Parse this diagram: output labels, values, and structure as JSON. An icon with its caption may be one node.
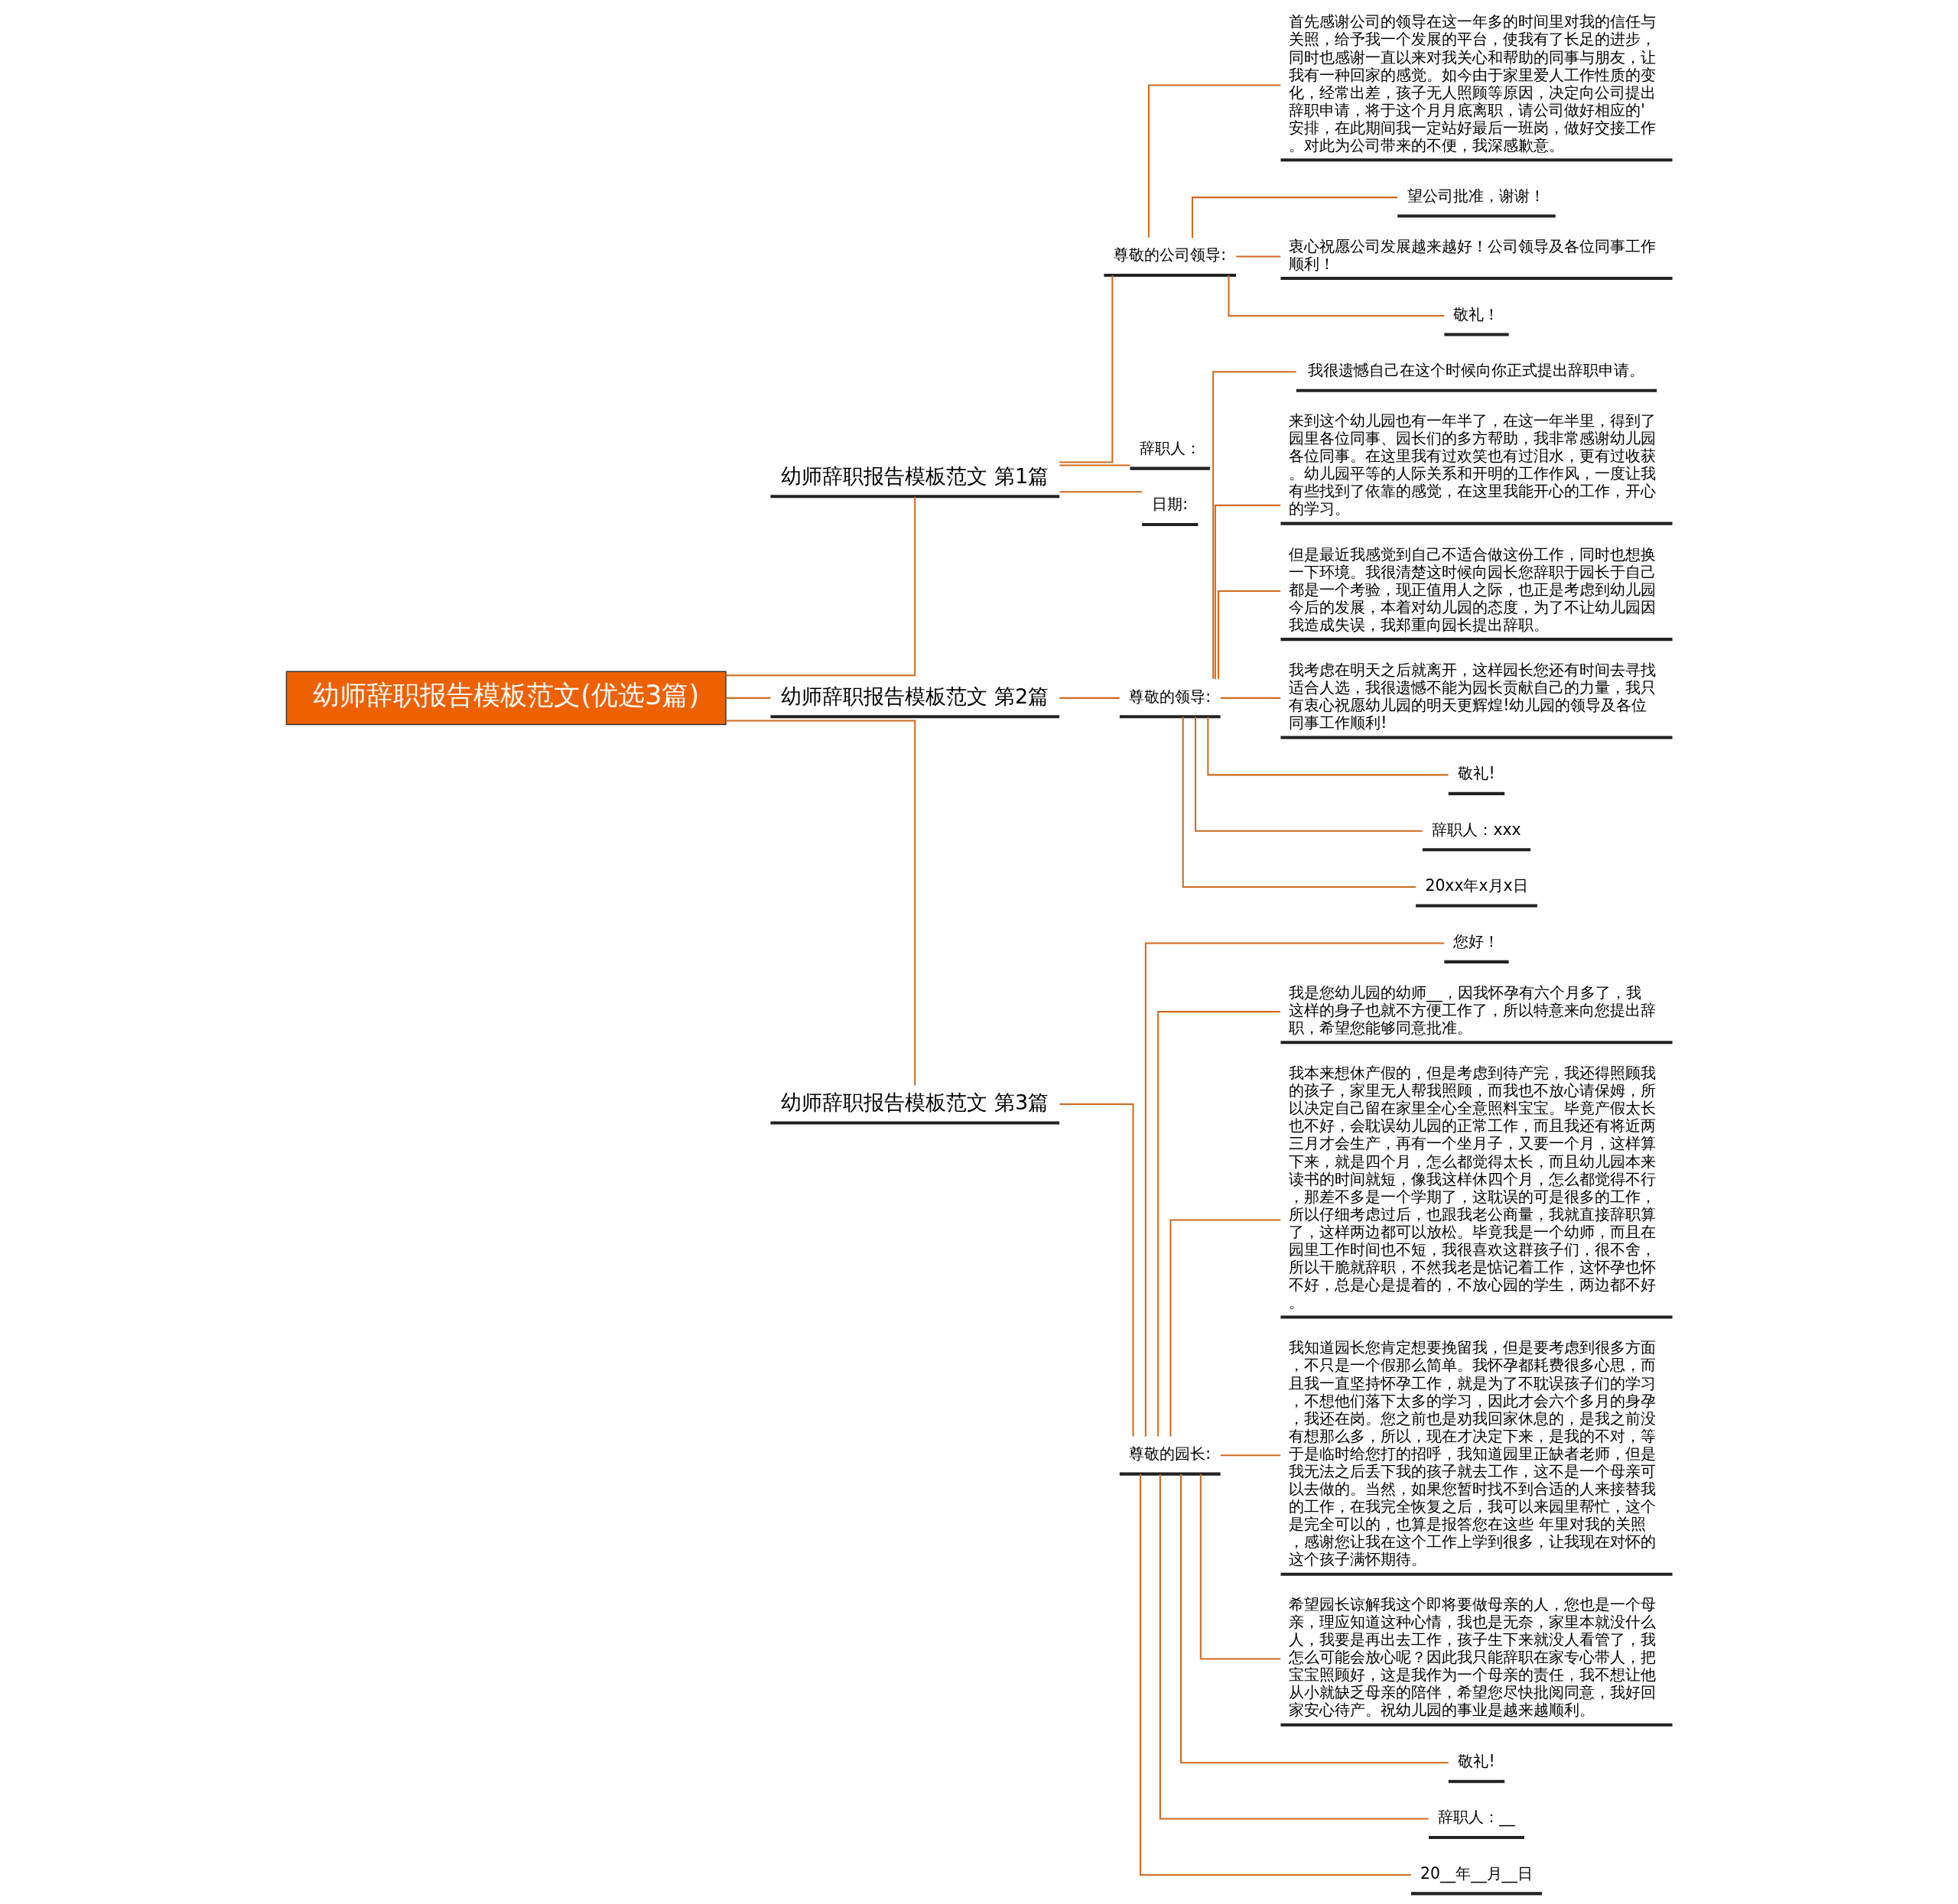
{
  "diagram": {
    "nodes": [
      {
        "text": [
          "幼师辞职报告模板范文(优选3篇)"
        ]
      },
      {
        "text": [
          "幼师辞职报告模板范文 第1篇"
        ]
      },
      {
        "text": [
          "尊敬的公司领导:"
        ]
      },
      {
        "text": [
          "首先感谢公司的领导在这一年多的时间里对我的信任与关照，给予我一个发展的平台，使我有了长足的进步，同时也感谢一直以来对我关心和帮助的同事与朋友，让我有一种回家的感觉。如今由于家里爱人工作性质的变化，经常出差，孩子无人照顾等原因，决定向公司提出辞职申请，将于这个月月底离职，请公司做好相应的'安排，在此期间我一定站好最后一班岗，做好交接工作。对此为公司带来的不便，我深感歉意。"
        ]
      },
      {
        "text": [
          "望公司批准，谢谢！"
        ]
      },
      {
        "text": [
          "衷心祝愿公司发展越来越好！公司领导及各位同事工作顺利！"
        ]
      },
      {
        "text": [
          "敬礼！"
        ]
      },
      {
        "text": [
          "辞职人："
        ]
      },
      {
        "text": [
          "日期:"
        ]
      },
      {
        "text": [
          "幼师辞职报告模板范文 第2篇"
        ]
      },
      {
        "text": [
          "尊敬的领导:"
        ]
      },
      {
        "text": [
          "我很遗憾自己在这个时候向你正式提出辞职申请。"
        ]
      },
      {
        "text": [
          "来到这个幼儿园也有一年半了，在这一年半里，得到了园里各位同事、园长们的多方帮助，我非常感谢幼儿园各位同事。在这里我有过欢笑也有过泪水，更有过收获。幼儿园平等的人际关系和开明的工作作风，一度让我有些找到了依靠的感觉，在这里我能开心的工作，开心的学习。"
        ]
      },
      {
        "text": [
          "但是最近我感觉到自己不适合做这份工作，同时也想换一下环境。我很清楚这时候向园长您辞职于园长于自己都是一个考验，现正值用人之际，也正是考虑到幼儿园今后的发展，本着对幼儿园的态度，为了不让幼儿园因我造成失误，我郑重向园长提出辞职。"
        ]
      },
      {
        "text": [
          "我考虑在明天之后就离开，这样园长您还有时间去寻找适合人选，我很遗憾不能为园长贡献自己的力量，我只有衷心祝愿幼儿园的明天更辉煌!幼儿园的领导及各位同事工作顺利!"
        ]
      },
      {
        "text": [
          "敬礼!"
        ]
      },
      {
        "text": [
          "辞职人：xxx"
        ]
      },
      {
        "text": [
          "20xx年x月x日"
        ]
      },
      {
        "text": [
          "幼师辞职报告模板范文 第3篇"
        ]
      },
      {
        "text": [
          "尊敬的园长:"
        ]
      },
      {
        "text": [
          "您好！"
        ]
      },
      {
        "text": [
          "我是您幼儿园的幼师__，因我怀孕有六个月多了，我这样的身子也就不方便工作了，所以特意来向您提出辞职，希望您能够同意批准。"
        ]
      },
      {
        "text": [
          "我本来想休产假的，但是考虑到待产完，我还得照顾我的孩子，家里无人帮我照顾，而我也不放心请保姆，所以决定自己留在家里全心全意照料宝宝。毕竟产假太长也不好，会耽误幼儿园的正常工作，而且我还有将近两三月才会生产，再有一个坐月子，又要一个月，这样算下来，就是四个月，怎么都觉得太长，而且幼儿园本来读书的时间就短，像我这样休四个月，怎么都觉得不行，那差不多是一个学期了，这耽误的可是很多的工作，所以仔细考虑过后，也跟我老公商量，我就直接辞职算了，这样两边都可以放松。毕竟我是一个幼师，而且在园里工作时间也不短，我很喜欢这群孩子们，很不舍，所以干脆就辞职，不然我老是惦记着工作，这怀孕也怀不好，总是心是提着的，不放心园的学生，两边都不好。"
        ]
      },
      {
        "text": [
          "我知道园长您肯定想要挽留我，但是要考虑到很多方面，不只是一个假那么简单。我怀孕都耗费很多心思，而且我一直坚持怀孕工作，就是为了不耽误孩子们的学习，不想他们落下太多的学习，因此才会六个多月的身孕，我还在岗。您之前也是劝我回家休息的，是我之前没有想那么多，所以，现在才决定下来，是我的不对，等于是临时给您打的招呼，我知道园里正缺者老师，但是我无法之后丢下我的孩子就去工作，这不是一个母亲可以去做的。当然，如果您暂时找不到合适的人来接替我的工作，在我完全恢复之后，我可以来园里帮忙，这个是完全可以的，也算是报答您在这些 年里对我的关照，感谢您让我在这个工作上学到很多，让我现在对怀的这个孩子满怀期待。"
        ]
      },
      {
        "text": [
          "希望园长谅解我这个即将要做母亲的人，您也是一个母亲，理应知道这种心情，我也是无奈，家里本就没什么人，我要是再出去工作，孩子生下来就没人看管了，我怎么可能会放心呢？因此我只能辞职在家专心带人，把宝宝照顾好，这是我作为一个母亲的责任，我不想让他从小就缺乏母亲的陪伴，希望您尽快批阅同意，我好回家安心待产。祝幼儿园的事业是越来越顺利。"
        ]
      },
      {
        "text": [
          "敬礼!"
        ]
      },
      {
        "text": [
          "辞职人：__"
        ]
      },
      {
        "text": [
          "20__年__月__日"
        ]
      }
    ],
    "edges": [
      {
        "from": 0,
        "to": 1,
        "arrow": "none"
      },
      {
        "from": 1,
        "to": 2,
        "arrow": "none"
      },
      {
        "from": 2,
        "to": 3,
        "arrow": "none"
      },
      {
        "from": 2,
        "to": 4,
        "arrow": "none"
      },
      {
        "from": 2,
        "to": 5,
        "arrow": "none"
      },
      {
        "from": 2,
        "to": 6,
        "arrow": "none"
      },
      {
        "from": 1,
        "to": 7,
        "arrow": "none"
      },
      {
        "from": 1,
        "to": 8,
        "arrow": "none"
      },
      {
        "from": 0,
        "to": 9,
        "arrow": "none"
      },
      {
        "from": 9,
        "to": 10,
        "arrow": "none"
      },
      {
        "from": 10,
        "to": 11,
        "arrow": "none"
      },
      {
        "from": 10,
        "to": 12,
        "arrow": "none"
      },
      {
        "from": 10,
        "to": 13,
        "arrow": "none"
      },
      {
        "from": 10,
        "to": 14,
        "arrow": "none"
      },
      {
        "from": 10,
        "to": 15,
        "arrow": "none"
      },
      {
        "from": 10,
        "to": 16,
        "arrow": "none"
      },
      {
        "from": 10,
        "to": 17,
        "arrow": "none"
      },
      {
        "from": 0,
        "to": 18,
        "arrow": "none"
      },
      {
        "from": 18,
        "to": 19,
        "arrow": "none"
      },
      {
        "from": 19,
        "to": 20,
        "arrow": "none"
      },
      {
        "from": 19,
        "to": 21,
        "arrow": "none"
      },
      {
        "from": 19,
        "to": 22,
        "arrow": "none"
      },
      {
        "from": 19,
        "to": 23,
        "arrow": "none"
      },
      {
        "from": 19,
        "to": 24,
        "arrow": "none"
      },
      {
        "from": 19,
        "to": 25,
        "arrow": "none"
      },
      {
        "from": 19,
        "to": 26,
        "arrow": "none"
      },
      {
        "from": 19,
        "to": 27,
        "arrow": "none"
      }
    ]
  }
}
